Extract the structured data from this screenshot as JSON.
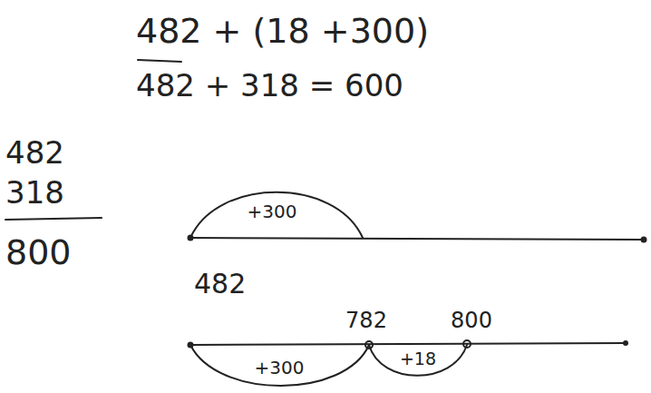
{
  "diagram": {
    "labels": [
      "482 + (18 +300)",
      "482 + 318 = 600",
      "482",
      "318",
      "800",
      "+300",
      "482",
      "782",
      "800",
      "+300",
      "+18"
    ]
  }
}
